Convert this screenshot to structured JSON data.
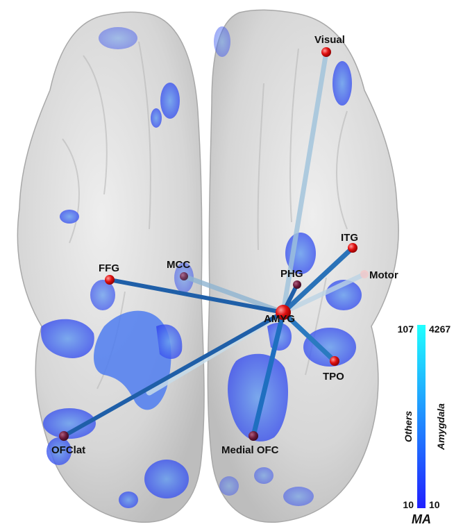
{
  "nodes": {
    "visual": "Visual",
    "itg": "ITG",
    "motor": "Motor",
    "phg": "PHG",
    "mcc": "MCC",
    "ffg": "FFG",
    "amyg": "AMYG",
    "tpo": "TPO",
    "ofclat": "OFClat",
    "medial_ofc": "Medial OFC"
  },
  "colorbar": {
    "others_max": "107",
    "amygdala_max": "4267",
    "others_min": "10",
    "amygdala_min": "10",
    "others_label": "Others",
    "amygdala_label": "Amygdala",
    "unit_label": "MA",
    "color_low": "#2020ff",
    "color_high": "#20ffff"
  },
  "colors": {
    "node_red": "#e01010",
    "node_dark": "#6a1a3a",
    "edge_dark": "#1f5fa8",
    "edge_light": "#9fc3dc",
    "blob": "#3a4ef0",
    "brain": "#d9d9d9"
  }
}
